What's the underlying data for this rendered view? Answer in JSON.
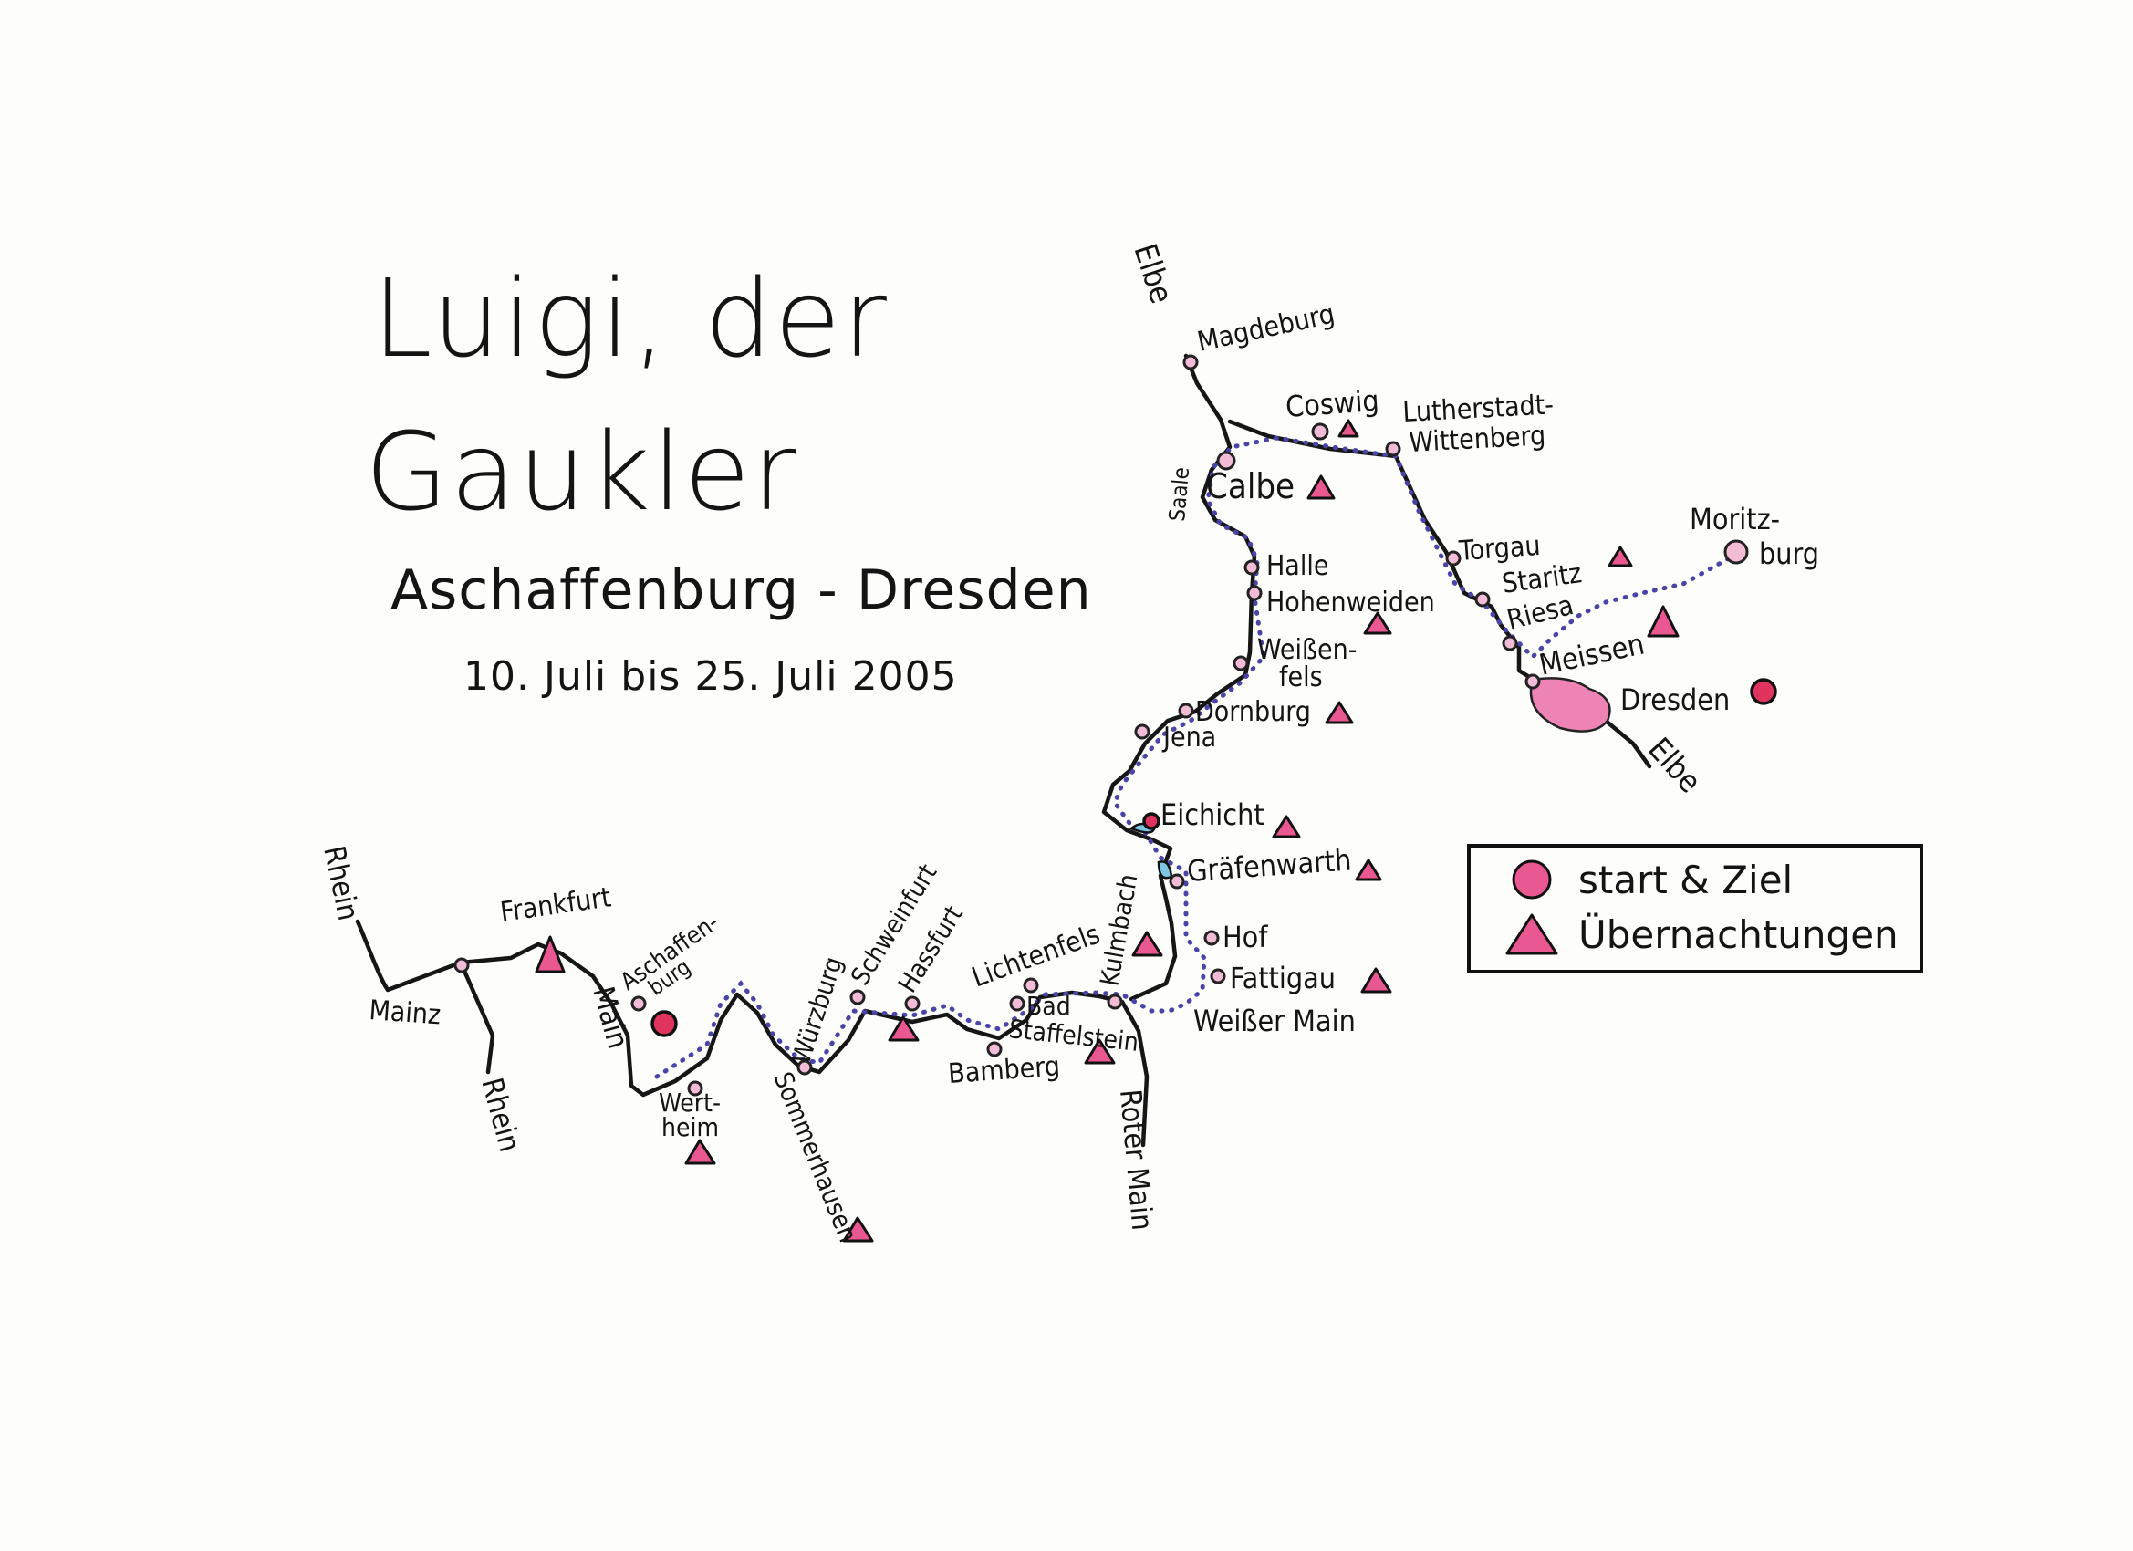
{
  "title": {
    "line1": "Luigi, der",
    "line2": "Gaukler",
    "route": "Aschaffenburg - Dresden",
    "dates": "10. Juli bis 25. Juli 2005"
  },
  "legend": {
    "start_ziel": "start & Ziel",
    "uebernachtungen": "Übernachtungen"
  },
  "colors": {
    "river": "#161616",
    "route_dots": "#4b44a8",
    "start_ziel": "#e0345f",
    "overnight": "#ea5891",
    "town": "#f3bcd6",
    "lake": "#ee84b6",
    "pond": "#7cc6e4"
  },
  "rivers": {
    "rhein_north": "Rhein",
    "rhein_south": "Rhein",
    "main": "Main",
    "roter_main": "Roter Main",
    "weisser_main": "Weißer Main",
    "saale": "Saale",
    "elbe_north": "Elbe",
    "elbe_south": "Elbe"
  },
  "places": {
    "mainz": "Mainz",
    "frankfurt": "Frankfurt",
    "aschaffenburg_1": "Aschaffen-",
    "aschaffenburg_2": "burg",
    "wertheim_1": "Wert-",
    "wertheim_2": "heim",
    "sommerhausen": "Sommerhausen",
    "wurzburg": "Würzburg",
    "schweinfurt": "Schweinfurt",
    "hassfurt": "Hassfurt",
    "bamberg": "Bamberg",
    "lichtenfels": "Lichtenfels",
    "bad_staffelstein_1": "Bad",
    "bad_staffelstein_2": "Staffelstein",
    "kulmbach": "Kulmbach",
    "fattigau": "Fattigau",
    "hof": "Hof",
    "grafenwarth": "Gräfenwarth",
    "eichicht": "Eichicht",
    "jena": "Jena",
    "dornburg": "Dornburg",
    "weissenfels_1": "Weißen-",
    "weissenfels_2": "fels",
    "hohenweiden": "Hohenweiden",
    "halle": "Halle",
    "calbe": "Calbe",
    "magdeburg": "Magdeburg",
    "coswig": "Coswig",
    "lutherstadt_1": "Lutherstadt-",
    "lutherstadt_2": "Wittenberg",
    "torgau": "Torgau",
    "staritz": "Staritz",
    "riesa": "Riesa",
    "meissen": "Meissen",
    "dresden": "Dresden",
    "moritzburg_1": "Moritz-",
    "moritzburg_2": "burg"
  }
}
